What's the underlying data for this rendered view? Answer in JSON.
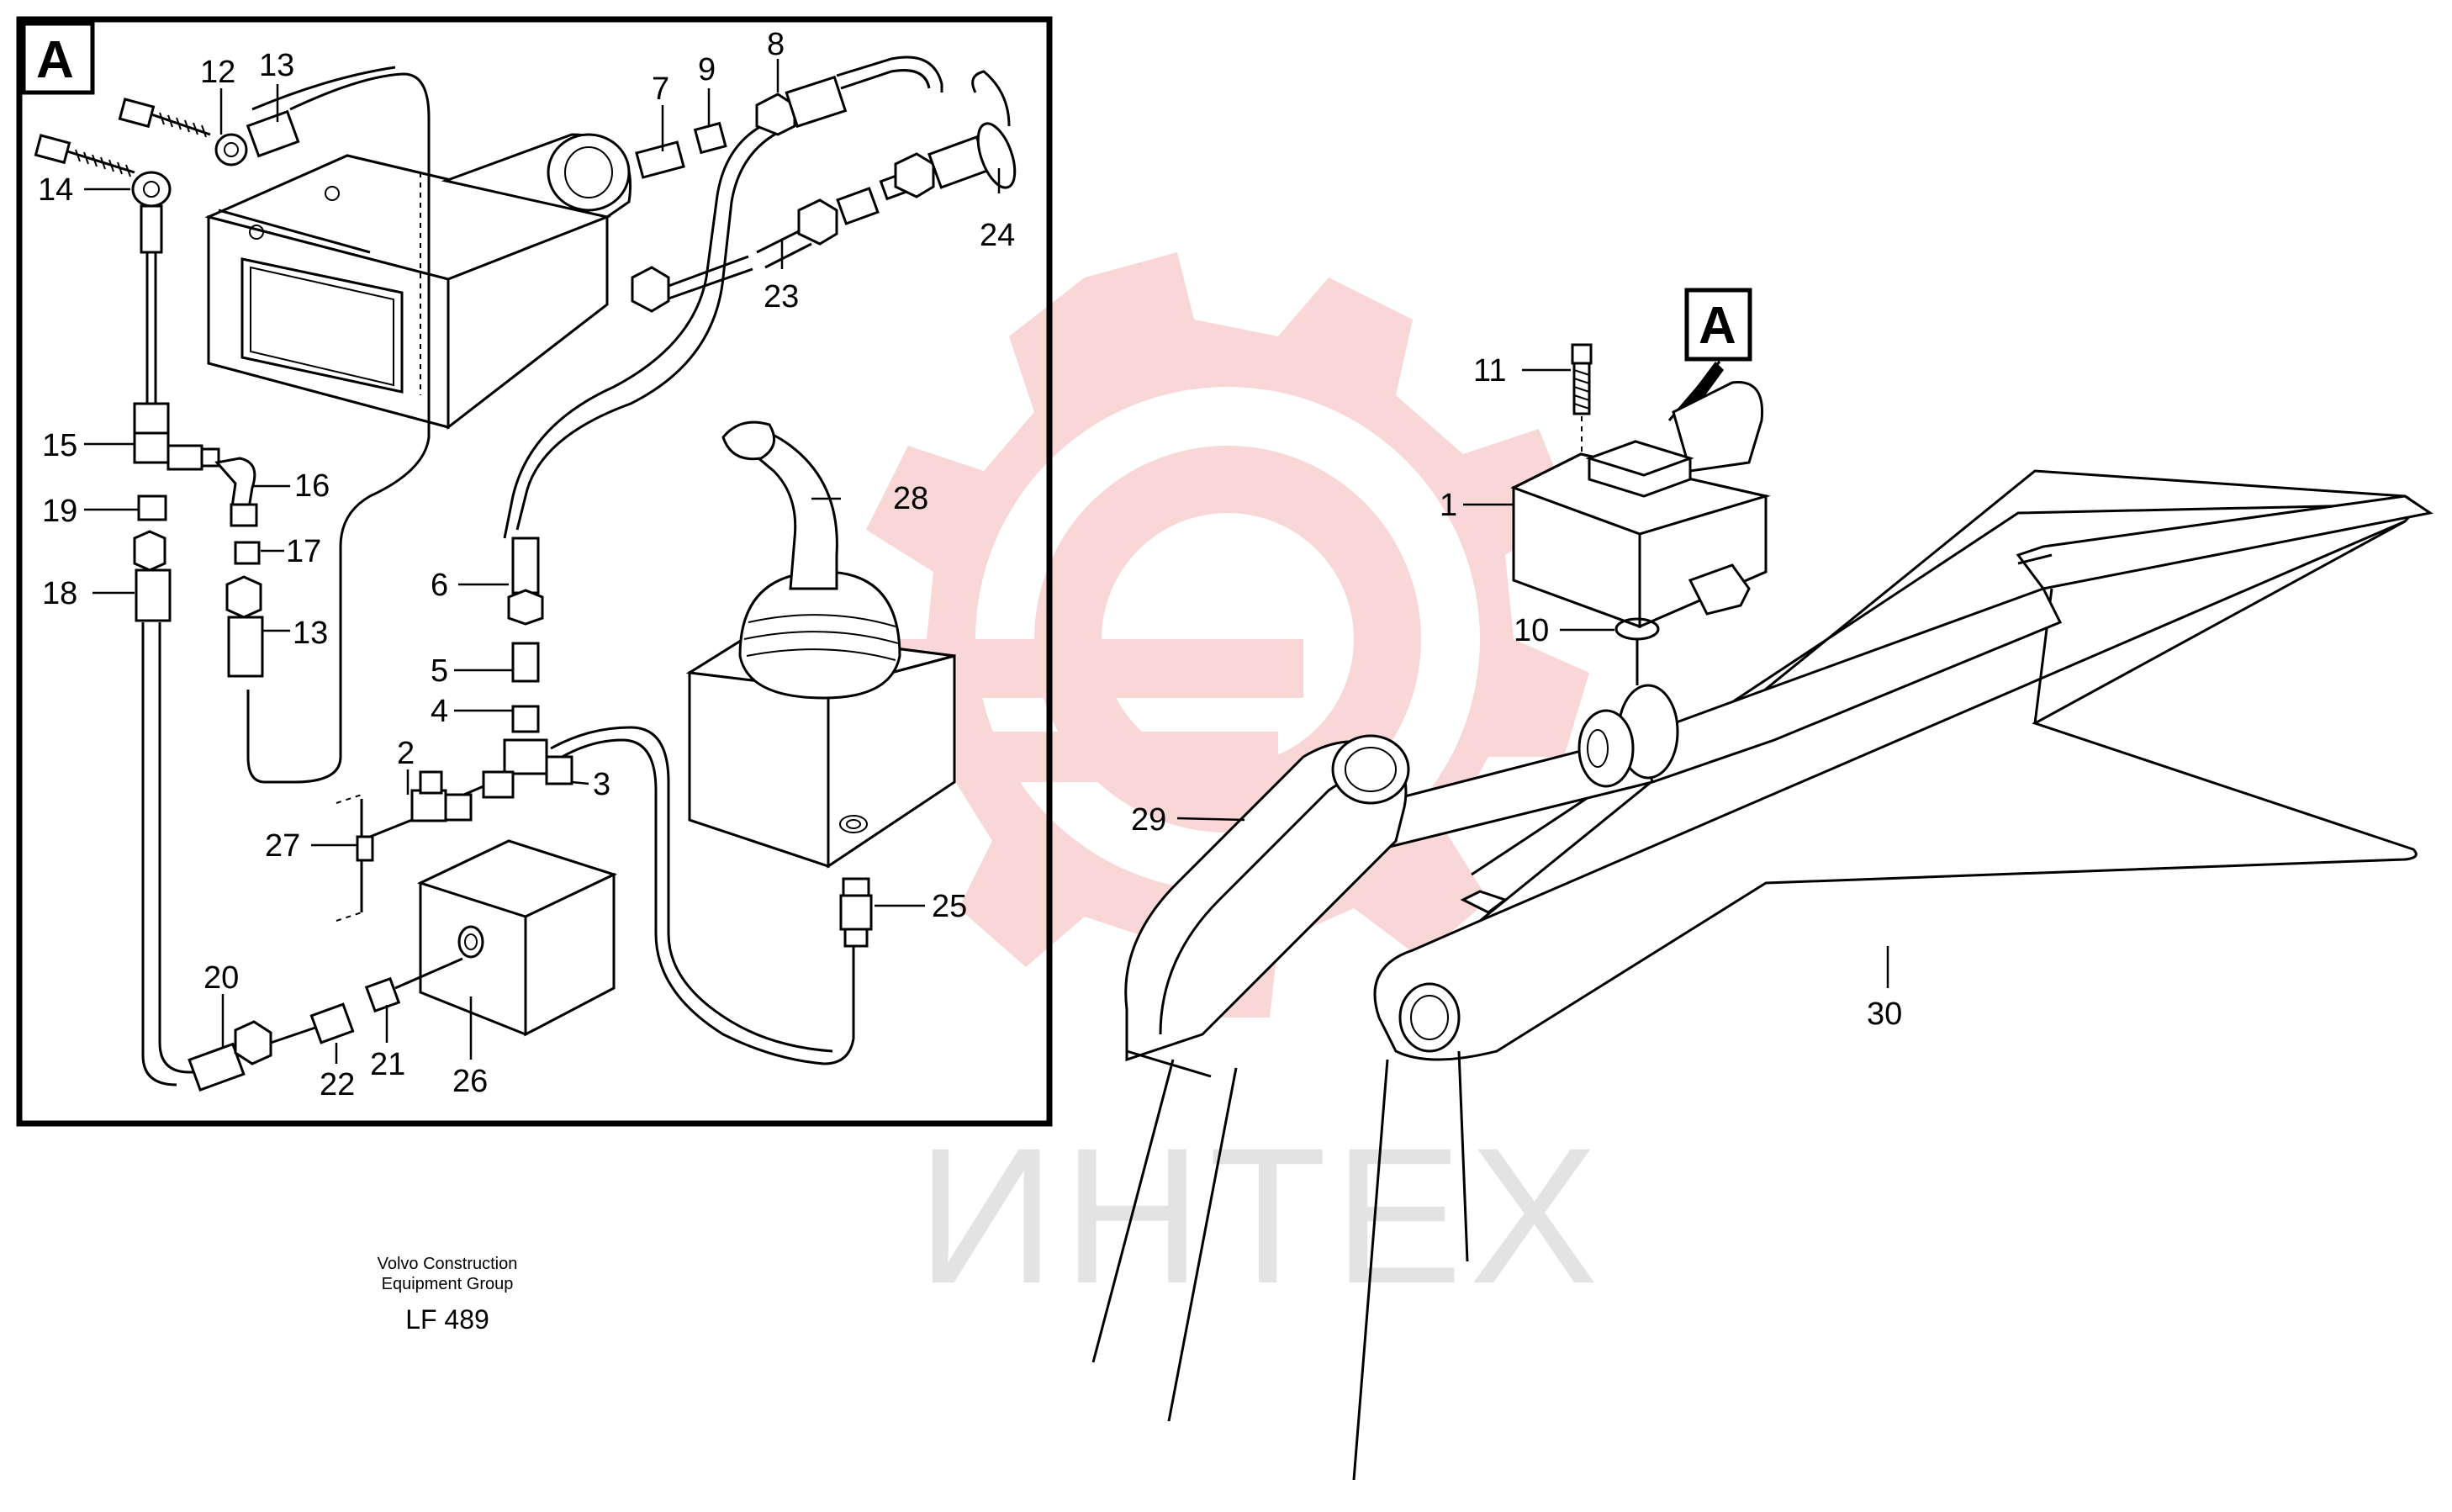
{
  "detail_label": "A",
  "pointer_label": "A",
  "watermark": {
    "text": "ИНТЕХ",
    "color": "#f2a7a7"
  },
  "caption": {
    "line1": "Volvo Construction",
    "line2": "Equipment Group",
    "code": "LF 489"
  },
  "callouts": {
    "c1": "1",
    "c2": "2",
    "c3": "3",
    "c4": "4",
    "c5": "5",
    "c6": "6",
    "c7": "7",
    "c8": "8",
    "c9": "9",
    "c10": "10",
    "c11": "11",
    "c12": "12",
    "c13a": "13",
    "c13b": "13",
    "c14": "14",
    "c15": "15",
    "c16": "16",
    "c17": "17",
    "c18": "18",
    "c19": "19",
    "c20": "20",
    "c21": "21",
    "c22": "22",
    "c23": "23",
    "c24": "24",
    "c25": "25",
    "c26": "26",
    "c27": "27",
    "c28": "28",
    "c29": "29",
    "c30": "30"
  }
}
